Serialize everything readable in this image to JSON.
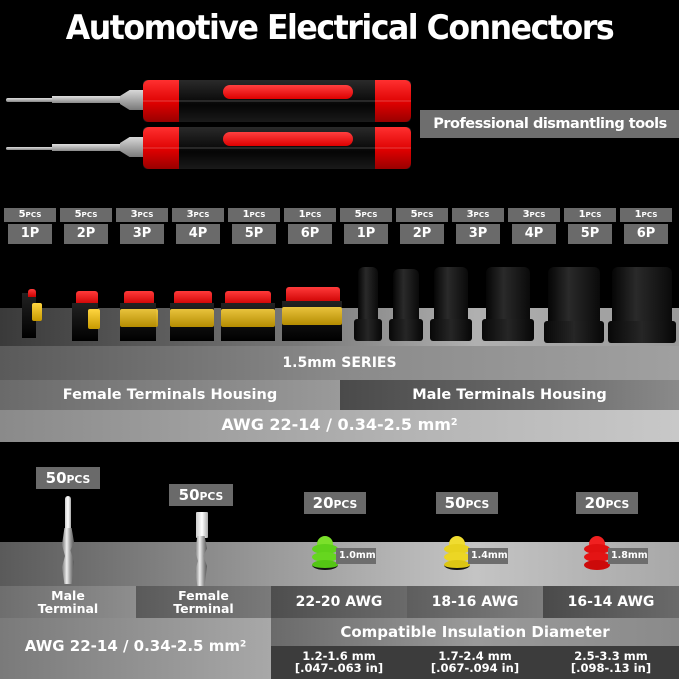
{
  "title": "Automotive Electrical Connectors",
  "tools": {
    "label": "Professional dismantling tools",
    "count": 2,
    "handle_color": "#e00000"
  },
  "housings": {
    "female": [
      {
        "pcs": "5",
        "unit": "PCS",
        "pins": "1P"
      },
      {
        "pcs": "5",
        "unit": "PCS",
        "pins": "2P"
      },
      {
        "pcs": "3",
        "unit": "PCS",
        "pins": "3P"
      },
      {
        "pcs": "3",
        "unit": "PCS",
        "pins": "4P"
      },
      {
        "pcs": "1",
        "unit": "PCS",
        "pins": "5P"
      },
      {
        "pcs": "1",
        "unit": "PCS",
        "pins": "6P"
      }
    ],
    "male": [
      {
        "pcs": "5",
        "unit": "PCS",
        "pins": "1P"
      },
      {
        "pcs": "5",
        "unit": "PCS",
        "pins": "2P"
      },
      {
        "pcs": "3",
        "unit": "PCS",
        "pins": "3P"
      },
      {
        "pcs": "3",
        "unit": "PCS",
        "pins": "4P"
      },
      {
        "pcs": "1",
        "unit": "PCS",
        "pins": "5P"
      },
      {
        "pcs": "1",
        "unit": "PCS",
        "pins": "6P"
      }
    ],
    "series": "1.5mm SERIES",
    "female_label": "Female Terminals Housing",
    "male_label": "Male Terminals Housing",
    "awg_main": "AWG 22-14 / 0.34-2.5 mm",
    "awg_sup": "2"
  },
  "terminals": [
    {
      "pcs": "50",
      "unit": "PCS",
      "line1": "Male",
      "line2": "Terminal"
    },
    {
      "pcs": "50",
      "unit": "PCS",
      "line1": "Female",
      "line2": "Terminal"
    }
  ],
  "seals": [
    {
      "pcs": "20",
      "unit": "PCS",
      "size": "1.0mm",
      "awg": "22-20 AWG",
      "diam_mm": "1.2-1.6 mm",
      "diam_in": "[.047-.063 in]",
      "color": "#5fd11a"
    },
    {
      "pcs": "50",
      "unit": "PCS",
      "size": "1.4mm",
      "awg": "18-16 AWG",
      "diam_mm": "1.7-2.4 mm",
      "diam_in": "[.067-.094 in]",
      "color": "#e8d21e"
    },
    {
      "pcs": "20",
      "unit": "PCS",
      "size": "1.8mm",
      "awg": "16-14 AWG",
      "diam_mm": "2.5-3.3 mm",
      "diam_in": "[.098-.13 in]",
      "color": "#e01010"
    }
  ],
  "bottom": {
    "awg_main": "AWG 22-14 / 0.34-2.5 mm",
    "awg_sup": "2",
    "compat_title": "Compatible Insulation Diameter"
  }
}
